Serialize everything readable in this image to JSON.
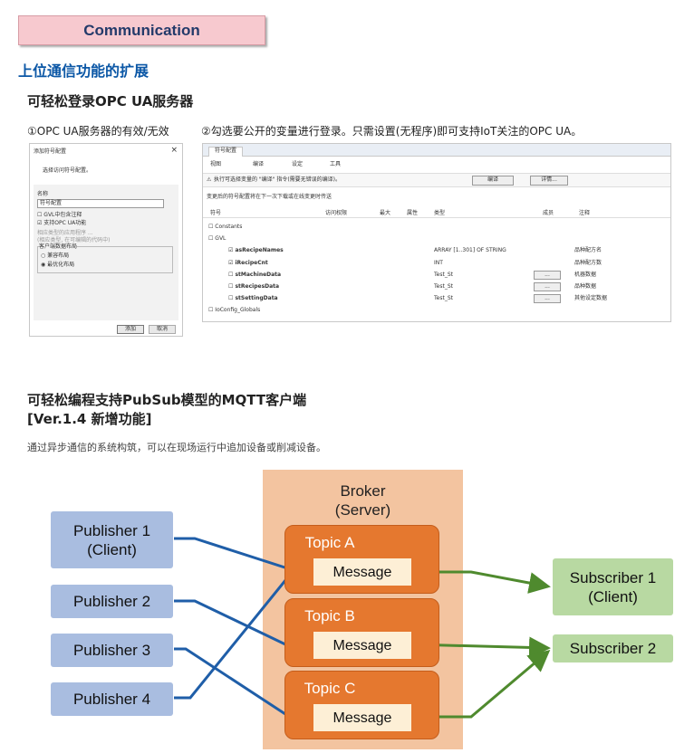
{
  "header": {
    "badge": "Communication",
    "section_title": "上位通信功能的扩展"
  },
  "opc": {
    "title": "可轻松登录OPC UA服务器",
    "caption1": "①OPC UA服务器的有效/无效",
    "caption2": "②勾选要公开的变量进行登录。只需设置(无程序)即可支持IoT关注的OPC UA。",
    "dialog": {
      "title": "添加符号配置",
      "close": "×",
      "desc": "选择访问符号配置。",
      "name_label": "名称",
      "name_value": "符号配置",
      "chk1": "GVL中包含注释",
      "chk2": "支持OPC UA功能",
      "note1": "相应类型的应用程序 ...",
      "note2": "(相应类型, 在可编辑的代码中)",
      "group_label": "客户端数据布局",
      "radio1": "兼容布局",
      "radio2": "最优化布局",
      "ok": "添加",
      "cancel": "取消"
    },
    "editor": {
      "tab": "符号配置",
      "view": "视图",
      "compile": "编译",
      "settings": "设定",
      "tools": "工具",
      "warning": "执行可选择变量的 \"编译\" 指令(需要无错误的编译)。",
      "warn_compile": "编译",
      "detail": "详情...",
      "info": "变更后的符号配置将在下一次下载或在线变更时传送",
      "columns": [
        "符号",
        "访问权限",
        "最大",
        "属性",
        "类型",
        "成员",
        "注释"
      ],
      "rows": [
        {
          "name": "Constants",
          "type": "",
          "comment": "",
          "member": ""
        },
        {
          "name": "GVL",
          "type": "",
          "comment": "",
          "member": ""
        },
        {
          "name": "asRecipeNames",
          "type": "ARRAY [1..301] OF STRING",
          "comment": "品种配方名",
          "member": ""
        },
        {
          "name": "iRecipeCnt",
          "type": "INT",
          "comment": "品种配方数",
          "member": ""
        },
        {
          "name": "stMachineData",
          "type": "Test_St",
          "comment": "机器数据",
          "member": "..."
        },
        {
          "name": "stRecipesData",
          "type": "Test_St",
          "comment": "品种数据",
          "member": "..."
        },
        {
          "name": "stSettingData",
          "type": "Test_St",
          "comment": "其他设定数据",
          "member": "..."
        },
        {
          "name": "IoConfig_Globals",
          "type": "",
          "comment": "",
          "member": ""
        }
      ]
    }
  },
  "mqtt": {
    "title1": "可轻松编程支持PubSub模型的MQTT客户端",
    "title2": "[Ver.1.4 新增功能]",
    "desc": "通过异步通信的系统构筑，可以在现场运行中追加设备或削减设备。",
    "broker": "Broker\n(Server)",
    "publishers": [
      "Publisher 1\n(Client)",
      "Publisher 2",
      "Publisher 3",
      "Publisher 4"
    ],
    "topics": [
      "Topic A",
      "Topic B",
      "Topic C"
    ],
    "message": "Message",
    "subscribers": [
      "Subscriber 1\n(Client)",
      "Subscriber 2"
    ],
    "colors": {
      "publisher": "#a9bde0",
      "broker": "#f3c4a0",
      "topic": "#e5782f",
      "message": "#fdefd6",
      "subscriber": "#b8d9a2",
      "pub_line": "#1f5ea8",
      "sub_line": "#4f8a2e"
    }
  }
}
